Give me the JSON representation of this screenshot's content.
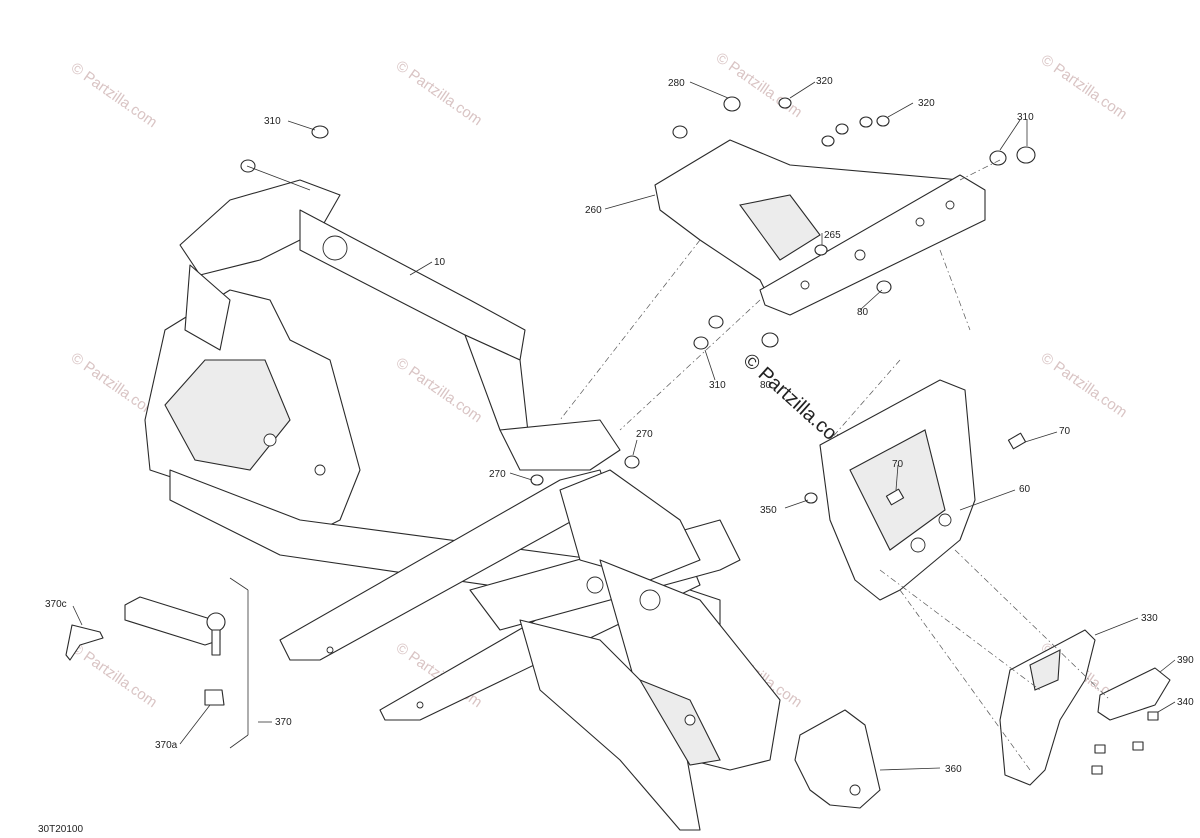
{
  "diagram": {
    "reference_code": "30T20100",
    "watermark_text": "© Partzilla.com",
    "callouts": [
      {
        "id": "c10",
        "label": "10"
      },
      {
        "id": "c260",
        "label": "260"
      },
      {
        "id": "c265",
        "label": "265"
      },
      {
        "id": "c270a",
        "label": "270"
      },
      {
        "id": "c270b",
        "label": "270"
      },
      {
        "id": "c280",
        "label": "280"
      },
      {
        "id": "c310a",
        "label": "310"
      },
      {
        "id": "c310b",
        "label": "310"
      },
      {
        "id": "c310c",
        "label": "310"
      },
      {
        "id": "c320a",
        "label": "320"
      },
      {
        "id": "c320b",
        "label": "320"
      },
      {
        "id": "c330",
        "label": "330"
      },
      {
        "id": "c340",
        "label": "340"
      },
      {
        "id": "c350",
        "label": "350"
      },
      {
        "id": "c360",
        "label": "360"
      },
      {
        "id": "c370",
        "label": "370"
      },
      {
        "id": "c370a",
        "label": "370a"
      },
      {
        "id": "c370c",
        "label": "370c"
      },
      {
        "id": "c390",
        "label": "390"
      },
      {
        "id": "c60",
        "label": "60"
      },
      {
        "id": "c70a",
        "label": "70"
      },
      {
        "id": "c70b",
        "label": "70"
      },
      {
        "id": "c80a",
        "label": "80"
      },
      {
        "id": "c80b",
        "label": "80"
      }
    ]
  }
}
